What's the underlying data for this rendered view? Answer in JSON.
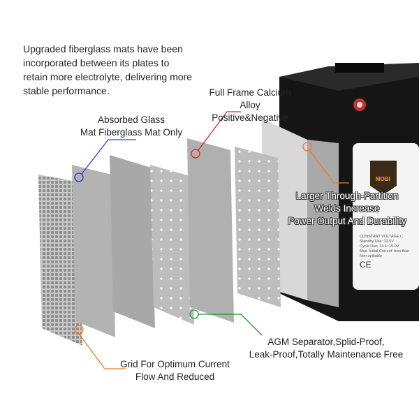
{
  "intro": "Upgraded fiberglass mats have been incorporated between its plates to retain more electrolyte, delivering more stable performance.",
  "callouts": {
    "calcium": [
      "Full Frame Calcium",
      "Alloy Positive&Negative"
    ],
    "glass": [
      "Absorbed Glass",
      "Mat Fiberglass Mat Only"
    ],
    "welds": [
      "Larger Through-Partition",
      "Welds Increase",
      "Power Output And Durability"
    ],
    "agm": [
      "AGM Separator,Splid-Proof,",
      "Leak-Proof,Totally Maintenance Free"
    ],
    "grid": [
      "Grid For Optimum Current",
      "Flow And Reduced"
    ]
  },
  "battery_label": {
    "brand": "MOBI",
    "lines": [
      "CONSTANT VOLTAGE C",
      "Standby Use: 13.5V",
      "Cycle Use: 14.4~15.0V",
      "Max. Initial Current: less than",
      "Non-spillable"
    ],
    "marks": "CE"
  },
  "colors": {
    "orange": "#f07a22",
    "blue": "#2a3bd0",
    "red": "#d2262a",
    "green": "#1a9a2a"
  }
}
